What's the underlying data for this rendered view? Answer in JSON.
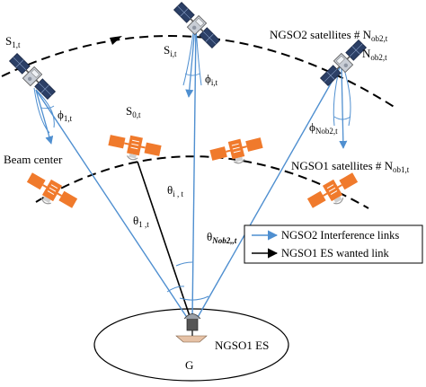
{
  "colors": {
    "ngso2_link": "#4f8fd0",
    "ngso1_link": "#000000",
    "ngso1_satellite": "#f07a2c",
    "ngso2_satellite_panel": "#2b3f66",
    "ngso2_satellite_body": "#c9ced6",
    "orbit": "#000000"
  },
  "labels": {
    "s1": "S",
    "s1_sub": "1,t",
    "si": "S",
    "si_sub": "i,t",
    "s0": "S",
    "s0_sub": "0,t",
    "phi1": "ϕ",
    "phi1_sub": "1,t",
    "phii": "ϕ",
    "phii_sub": "i,t",
    "phin": "ϕ",
    "phin_sub": "Nob2,t",
    "nob2": "N",
    "nob2_sub": "ob2,t",
    "theta_i": "θ",
    "theta_i_sub": "i , t",
    "theta_1": "θ",
    "theta_1_sub": "1 ,t",
    "theta_n": "θ",
    "theta_n_sub": "Nob2,,t",
    "beam_center": "Beam center",
    "ngso2_orbit_pre": "NGSO2 satellites # N",
    "ngso2_orbit_sub": "ob2,t",
    "ngso1_orbit_pre": "NGSO1 satellites # N",
    "ngso1_orbit_sub": "ob1,t",
    "es": "NGSO1 ES",
    "ground": "G"
  },
  "legend": {
    "interference": "NGSO2 Interference links",
    "wanted": "NGSO1 ES wanted link"
  }
}
